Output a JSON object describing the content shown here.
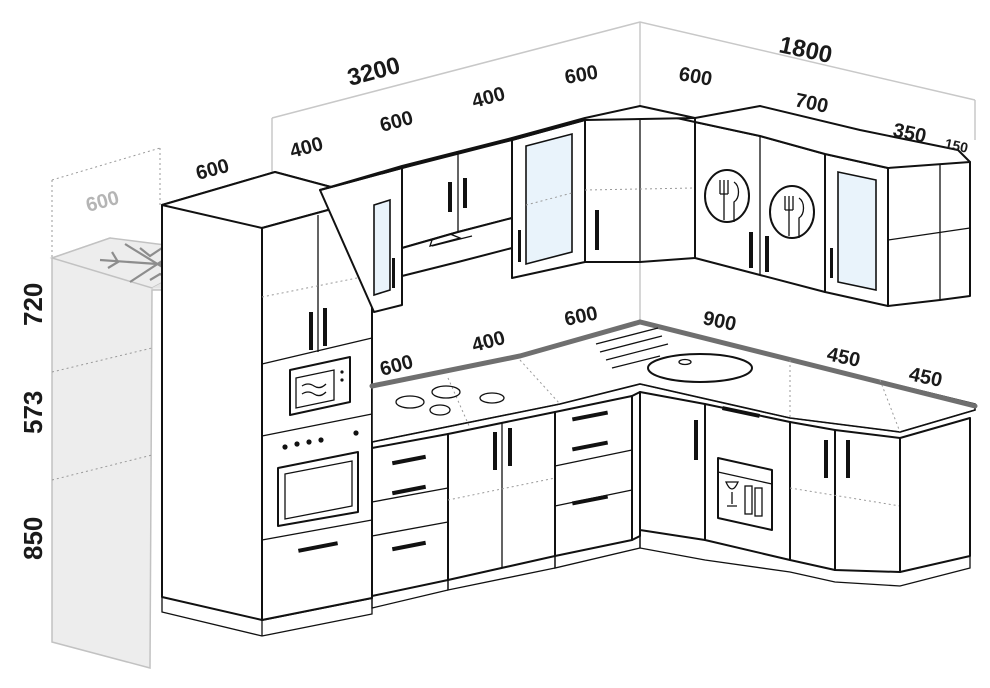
{
  "dimensions": {
    "total_left_wall": "3200",
    "total_right_wall": "1800",
    "upper_left": [
      "400",
      "600",
      "400",
      "600"
    ],
    "upper_right": [
      "600",
      "700",
      "350",
      "150"
    ],
    "fridge_column_top": "600",
    "fridge_ghost_top": "600",
    "counter_left": [
      "600",
      "400",
      "600"
    ],
    "counter_right": [
      "900",
      "450",
      "450"
    ],
    "heights": [
      "720",
      "573",
      "850"
    ]
  },
  "colors": {
    "line": "#111111",
    "glass": "#e9f3fb",
    "countertop_edge": "#6f6f6f",
    "ghost_fridge": "#ededed"
  },
  "icons": [
    "snowflake-icon",
    "plate-cutlery-icon",
    "microwave-icon",
    "oven-icon",
    "dishwasher-icon",
    "hob-icon",
    "sink-icon",
    "range-hood-icon"
  ]
}
